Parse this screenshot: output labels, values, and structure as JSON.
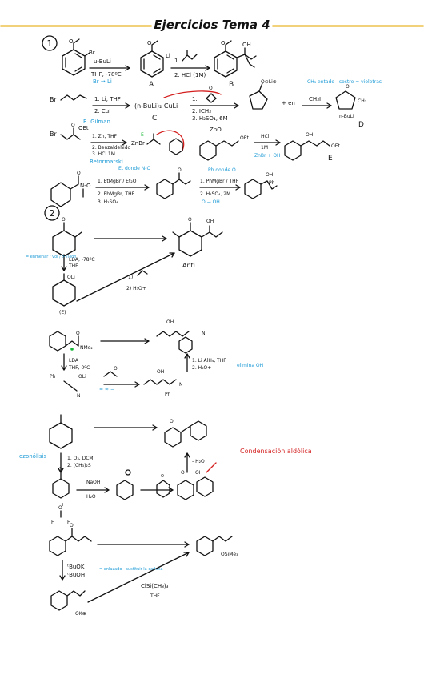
{
  "title": "Ejercicios Tema 4",
  "section1": {
    "number": "1",
    "r1": {
      "sub_br": "Br",
      "reagent1": "u-BuLi",
      "conditions1": "THF, -78ºC",
      "note1": "Br → Li",
      "reagent2a": "1.",
      "reagent2b": "2. HCl (1M)",
      "li": "Li",
      "oh": "OH",
      "labelA": "A",
      "labelB": "B"
    },
    "r2": {
      "br": "Br",
      "reagent1": "1. Li, THF",
      "reagent2": "2. CuI",
      "note": "R. Gilman",
      "intermediate": "(n-BuLi)₂ CuLi",
      "labelC": "C",
      "step1": "1.",
      "step2": "2. ICH₃",
      "step3": "3. H₂SO₄, 6M",
      "plus": "+ en",
      "chi": "CH₃I",
      "note_blue": "CH₃ entado - sostre = violetras",
      "ch3": "CH₃",
      "hbuli": "n-BuLi",
      "labelD": "D"
    },
    "r3": {
      "br": "Br",
      "oet": "OEt",
      "reagent1": "1. Zn, THF",
      "reagent2": "2. Benzaldehido",
      "reagent3": "3. HCl 1M",
      "note": "Reformatski",
      "znbr": "ZnBr",
      "zno": "ZnO",
      "hcl": "HCl",
      "hcl_conc": "1M",
      "note2": "ZnBr + OH",
      "oh": "OH",
      "labelE": "E"
    },
    "r4": {
      "nome": "N-O",
      "note_amide": "Et donde N-O",
      "reagent1": "1. EtMgBr / Et₂O",
      "reagent2": "2. PhMgBr, THF",
      "reagent3": "3. H₂SO₄",
      "note_ph": "Ph donde O",
      "reagent4": "1. PhMgBr / THF",
      "reagent5": "2. H₂SO₄, 2M",
      "note_oh": "O → OH",
      "ph": "Ph",
      "oh": "OH"
    }
  },
  "section2": {
    "number": "2",
    "r1": {
      "note_blue": "= enmenar / vol / > lí-ion",
      "reagent1": "LDA, -78ºC",
      "reagent2": "THF",
      "oli": "OLi",
      "labelE": "(E)",
      "step1": "1)",
      "step2": "2) H₃O+",
      "oh": "OH",
      "anti": "Anti"
    },
    "r2": {
      "nme2": "NMe₂",
      "lda": "LDA",
      "conditions": "THF, 0ºC",
      "ph": "Ph",
      "oli": "OLi",
      "n": "N",
      "note_eq": "= ≈ −",
      "reagent1": "1. Li AlH₄, THF",
      "reagent2": "2. H₃O+",
      "note_blue": "elimina OH",
      "oh": "OH"
    },
    "r3": {
      "note_blue": "ozonólisis",
      "reagent1": "1. O₃, DCM",
      "reagent2": "2. (CH₃)₂S",
      "naoh": "NaOH",
      "h2o": "H₂O",
      "h2o_loss": "- H₂O",
      "oh": "OH",
      "h": "H",
      "note_cond": "Condensación aldólica"
    },
    "r4": {
      "reagent1": "ᵗBuOK",
      "reagent2": "ᵗBuOH",
      "note_blue": "= enlazado - sustituir la cadena",
      "reagent3": "ClSi(CH₃)₃",
      "thf": "THF",
      "osime3": "OSiMe₃",
      "ok": "OK⊕"
    }
  }
}
